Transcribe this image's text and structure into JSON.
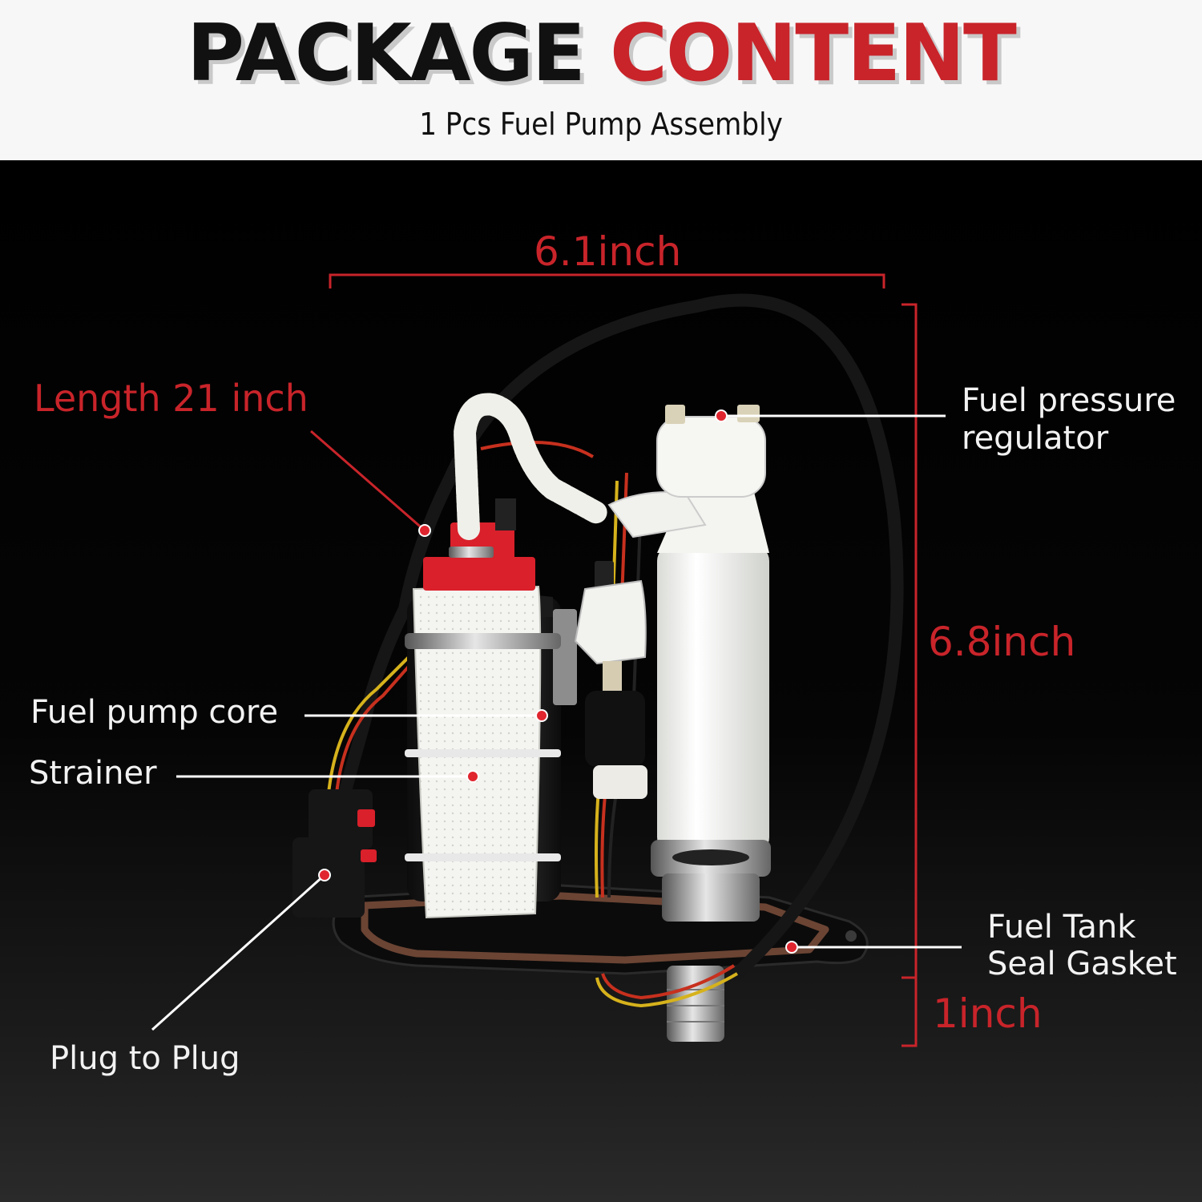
{
  "header": {
    "title_word1": "PACKAGE",
    "title_word2": "CONTENT",
    "subtitle": "1 Pcs Fuel Pump Assembly"
  },
  "dimensions": {
    "width": "6.1inch",
    "height": "6.8inch",
    "bottom": "1inch",
    "cable_length": "Length 21 inch"
  },
  "callouts": {
    "fuel_pressure_regulator_line1": "Fuel pressure",
    "fuel_pressure_regulator_line2": "regulator",
    "fuel_pump_core": "Fuel pump core",
    "strainer": "Strainer",
    "gasket_line1": "Fuel Tank",
    "gasket_line2": "Seal Gasket",
    "plug": "Plug to Plug"
  },
  "colors": {
    "accent_red": "#c8242a",
    "label_white": "#f2f2f2",
    "background": "#000000",
    "header_background": "#f7f7f7"
  }
}
